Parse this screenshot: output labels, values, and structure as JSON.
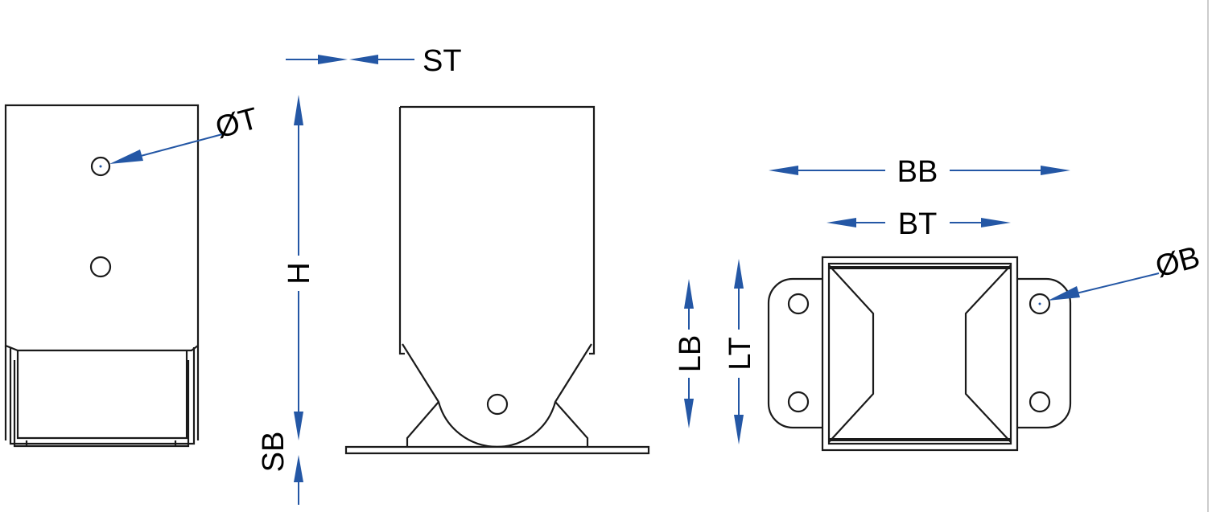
{
  "diagram": {
    "labels": {
      "st": "ST",
      "diam_t": "ØT",
      "h": "H",
      "sb": "SB",
      "bb": "BB",
      "bt": "BT",
      "lb": "LB",
      "lt": "LT",
      "diam_b": "ØB"
    },
    "colors": {
      "dimension": "#2457a5",
      "outline": "#1a1a1a"
    }
  }
}
